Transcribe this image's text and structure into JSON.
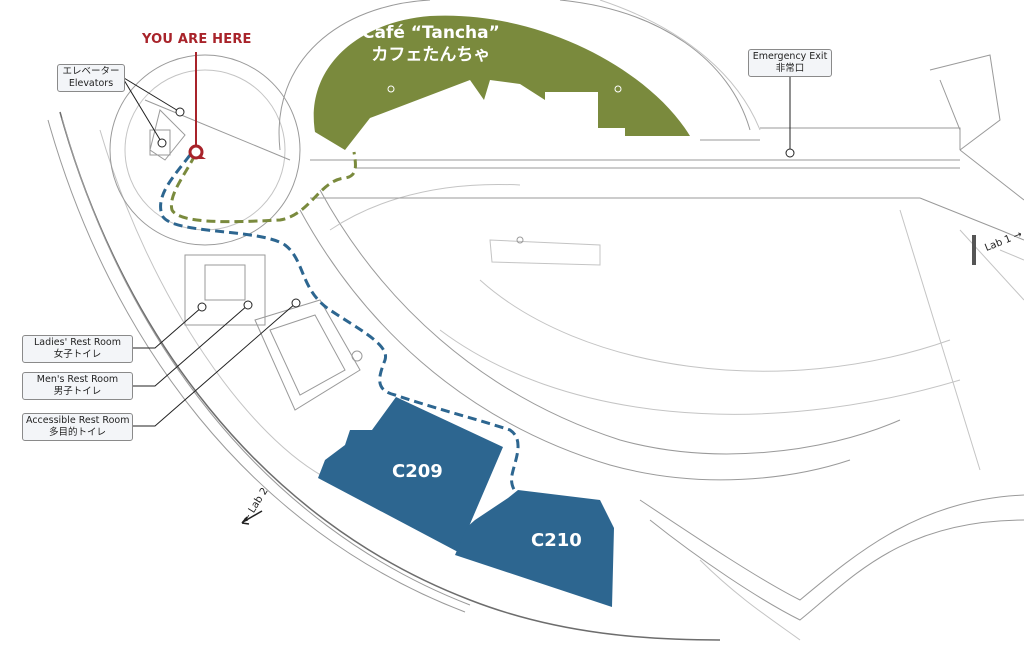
{
  "map": {
    "you_are_here": "YOU ARE HERE",
    "cafe": {
      "name_en": "Café “Tancha”",
      "name_ja": "カフェたんちゃ"
    },
    "rooms": [
      {
        "id": "C209"
      },
      {
        "id": "C210"
      }
    ],
    "callouts": {
      "elevators": {
        "ja": "エレベーター",
        "en": "Elevators"
      },
      "emergency_exit": {
        "en": "Emergency Exit",
        "ja": "非常口"
      },
      "ladies": {
        "en": "Ladies' Rest Room",
        "ja": "女子トイレ"
      },
      "mens": {
        "en": "Men's Rest Room",
        "ja": "男子トイレ"
      },
      "accessible": {
        "en": "Accessible Rest Room",
        "ja": "多目的トイレ"
      }
    },
    "directions": {
      "lab1": "Lab 1 →",
      "lab2": "← Lab 2"
    },
    "colors": {
      "cafe": "#7a8a3d",
      "rooms": "#2d6690",
      "here": "#a8232a",
      "route_blue": "#2d6690",
      "route_green": "#7a8a3d"
    }
  }
}
